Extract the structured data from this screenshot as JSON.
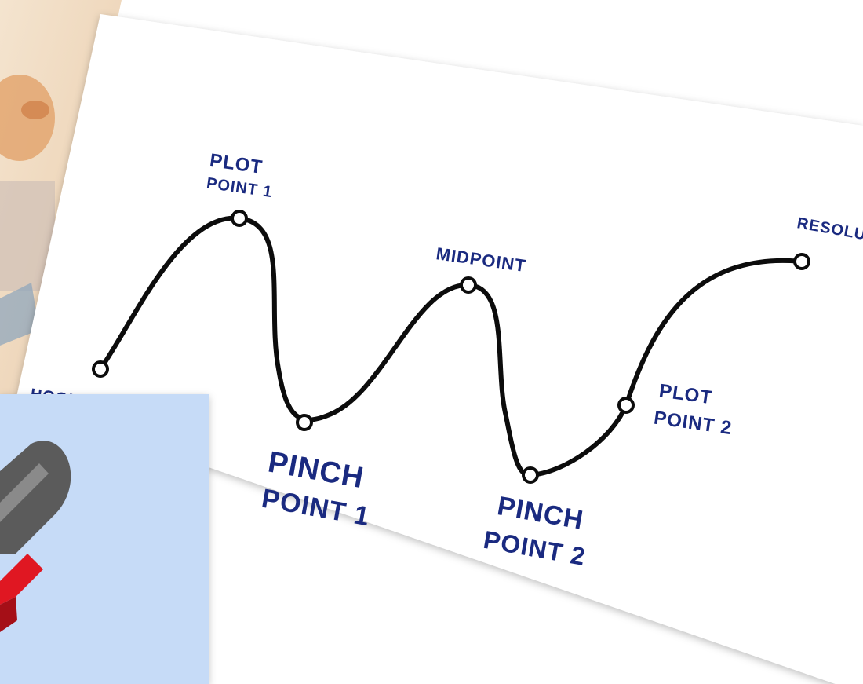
{
  "diagram": {
    "labels": {
      "plot_point_1": [
        "PLOT",
        "POINT 1"
      ],
      "midpoint": "MIDPOINT",
      "resolution": "RESOLU",
      "pinch_point_1": [
        "PINCH",
        "POINT 1"
      ],
      "pinch_point_2": [
        "PINCH",
        "POINT 2"
      ],
      "plot_point_2": [
        "PLOT",
        "POINT 2"
      ],
      "hook": "HOOK"
    }
  },
  "colors": {
    "ink": "#1a2a80",
    "curve": "#0c0c0c",
    "paper": "#ffffff",
    "card_background": "#c6dbf7",
    "mic_body": "#5b5b5b",
    "mic_band": "#e01722"
  },
  "icons": {
    "microphone": "microphone-icon"
  }
}
